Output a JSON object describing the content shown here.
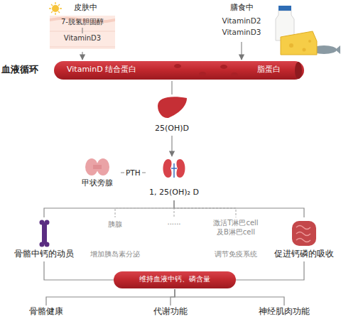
{
  "diagram": {
    "nodes": [
      {
        "text": [
          "皮肤中"
        ]
      },
      {
        "text": [
          "7-脱氢胆固醇"
        ],
        "in": 0
      },
      {
        "text": [
          "VitaminD3"
        ],
        "in": 0
      },
      {
        "text": [
          "膳食中",
          "VitaminD2",
          "VitaminD3"
        ]
      },
      {
        "text": [
          "血液循环",
          "VitaminD 结合蛋白",
          "脂蛋白"
        ]
      },
      {
        "text": [
          "25(OH)D"
        ]
      },
      {
        "text": [
          "甲状旁腺"
        ]
      },
      {
        "text": [
          "1, 25(OH)₂ D"
        ]
      },
      {
        "text": [
          "骨骼中钙的动员"
        ]
      },
      {
        "text": [
          "胰腺",
          "增加胰岛素分泌"
        ]
      },
      {
        "text": [
          "......"
        ]
      },
      {
        "text": [
          "激活T淋巴cell 及B淋巴cell",
          "调节免疫系统"
        ]
      },
      {
        "text": [
          "促进钙磷的吸收"
        ]
      },
      {
        "text": [
          "维持血液中钙、磷含量"
        ]
      },
      {
        "text": [
          "骨骼健康"
        ]
      },
      {
        "text": [
          "代谢功能"
        ]
      },
      {
        "text": [
          "神经肌肉功能"
        ]
      }
    ],
    "edges": [
      {
        "from": 1,
        "to": 2,
        "arrow": "none"
      },
      {
        "from": 0,
        "to": 4,
        "arrow": "to"
      },
      {
        "from": 3,
        "to": 4,
        "arrow": "to"
      },
      {
        "from": 4,
        "to": 5,
        "arrow": "none"
      },
      {
        "from": 5,
        "to": 7,
        "arrow": "to"
      },
      {
        "from": 6,
        "to": 7,
        "label": "PTH",
        "arrow": "none"
      },
      {
        "from": 7,
        "to": 8,
        "arrow": "none"
      },
      {
        "from": 7,
        "to": 9,
        "arrow": "none"
      },
      {
        "from": 7,
        "to": 10,
        "arrow": "none"
      },
      {
        "from": 7,
        "to": 11,
        "arrow": "none"
      },
      {
        "from": 7,
        "to": 12,
        "arrow": "none"
      },
      {
        "from": 8,
        "to": 13,
        "arrow": "none"
      },
      {
        "from": 12,
        "to": 13,
        "arrow": "none"
      },
      {
        "from": 13,
        "to": 14,
        "arrow": "none"
      },
      {
        "from": 13,
        "to": 15,
        "arrow": "none"
      },
      {
        "from": 13,
        "to": 16,
        "arrow": "none"
      }
    ]
  }
}
